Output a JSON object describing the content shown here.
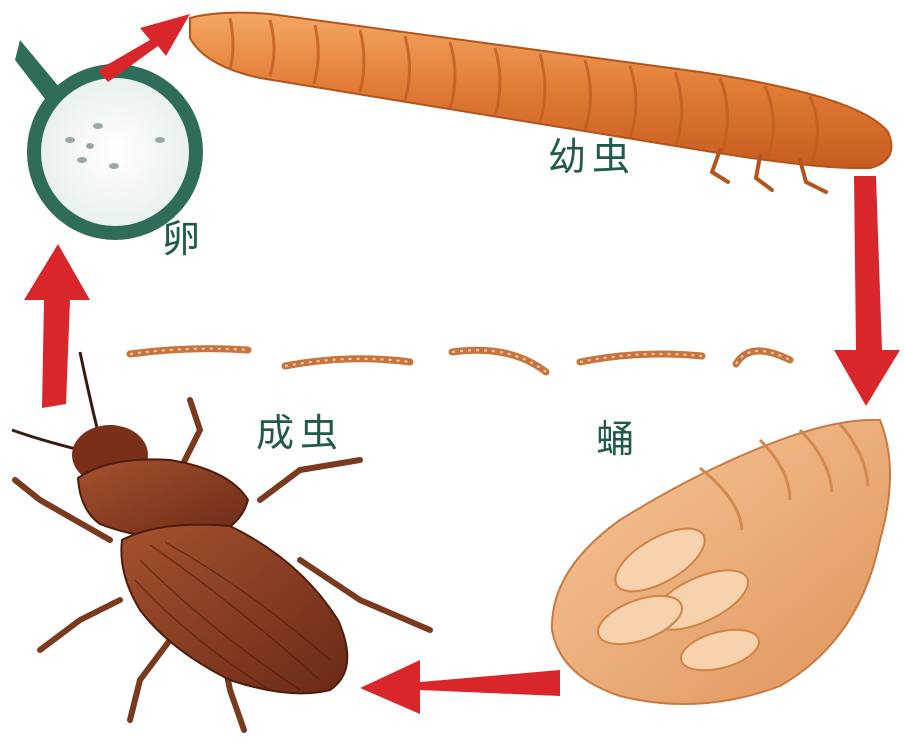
{
  "stages": {
    "egg": "卵",
    "larva": "幼虫",
    "pupa": "蛹",
    "adult": "成虫"
  },
  "colors": {
    "arrow": "#d9262b",
    "label": "#1f5a4a",
    "larva": "#e8894a",
    "pupa": "#f0b07a",
    "beetle": "#8a3a22",
    "lens_rim": "#2f6d5a"
  },
  "icons": [
    "magnifier-with-eggs",
    "larva-illustration",
    "pupa-illustration",
    "beetle-illustration",
    "small-larvae-row"
  ]
}
